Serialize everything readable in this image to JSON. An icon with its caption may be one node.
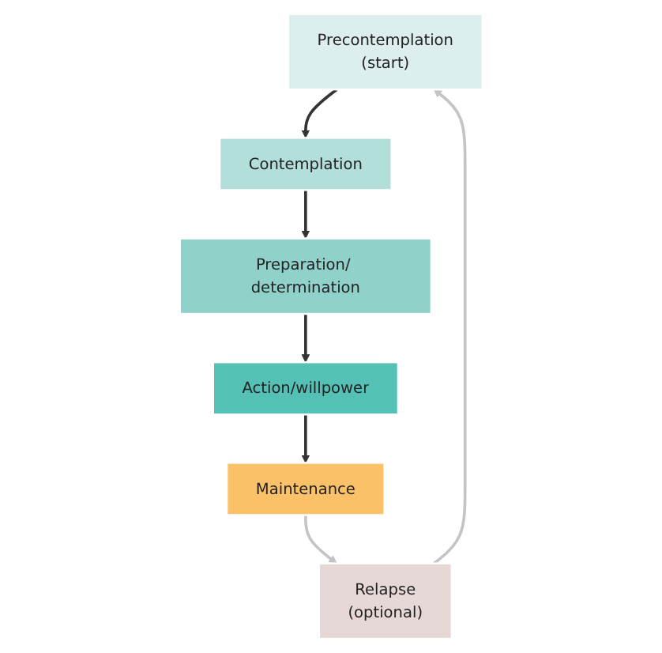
{
  "diagram": {
    "nodes": [
      {
        "text": [
          "Precontemplation",
          "(start)"
        ]
      },
      {
        "text": [
          "Contemplation"
        ]
      },
      {
        "text": [
          "Preparation/ determination"
        ]
      },
      {
        "text": [
          "Action/willpower"
        ]
      },
      {
        "text": [
          "Maintenance"
        ]
      },
      {
        "text": [
          "Relapse",
          "(optional)"
        ]
      }
    ],
    "edges": [
      {
        "from": 0,
        "to": 1,
        "arrow": "to"
      },
      {
        "from": 1,
        "to": 2,
        "arrow": "to"
      },
      {
        "from": 2,
        "to": 3,
        "arrow": "to"
      },
      {
        "from": 3,
        "to": 4,
        "arrow": "to"
      },
      {
        "from": 4,
        "to": 5,
        "arrow": "to",
        "color": "#c4c4c4"
      },
      {
        "from": 5,
        "to": 0,
        "arrow": "to",
        "color": "#c4c4c4"
      }
    ]
  }
}
